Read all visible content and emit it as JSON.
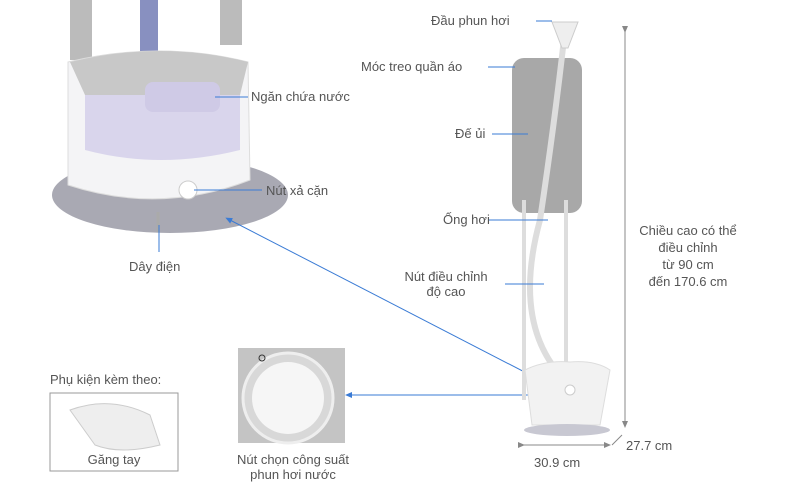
{
  "labels": {
    "water_tank": "Ngăn chứa nước",
    "drain_button": "Nút xả cặn",
    "power_cord": "Dây điện",
    "steam_head": "Đầu phun hơi",
    "hanger": "Móc treo quần áo",
    "ironing_board": "Đế ủi",
    "steam_hose": "Ống hơi",
    "height_adjust": [
      "Nút điều chỉnh",
      "độ cao"
    ],
    "power_knob": [
      "Nút chọn công suất",
      "phun hơi nước"
    ],
    "accessories_title": "Phụ kiện kèm theo:",
    "glove": "Găng tay"
  },
  "dimensions": {
    "height": [
      "Chiều cao có thể",
      "điều chỉnh",
      "từ 90 cm",
      "đến 170.6 cm"
    ],
    "width": "30.9 cm",
    "depth": "27.7 cm"
  },
  "colors": {
    "arrow": "#3a7bd5",
    "label_line": "#3a7bd5",
    "text": "#555555"
  }
}
